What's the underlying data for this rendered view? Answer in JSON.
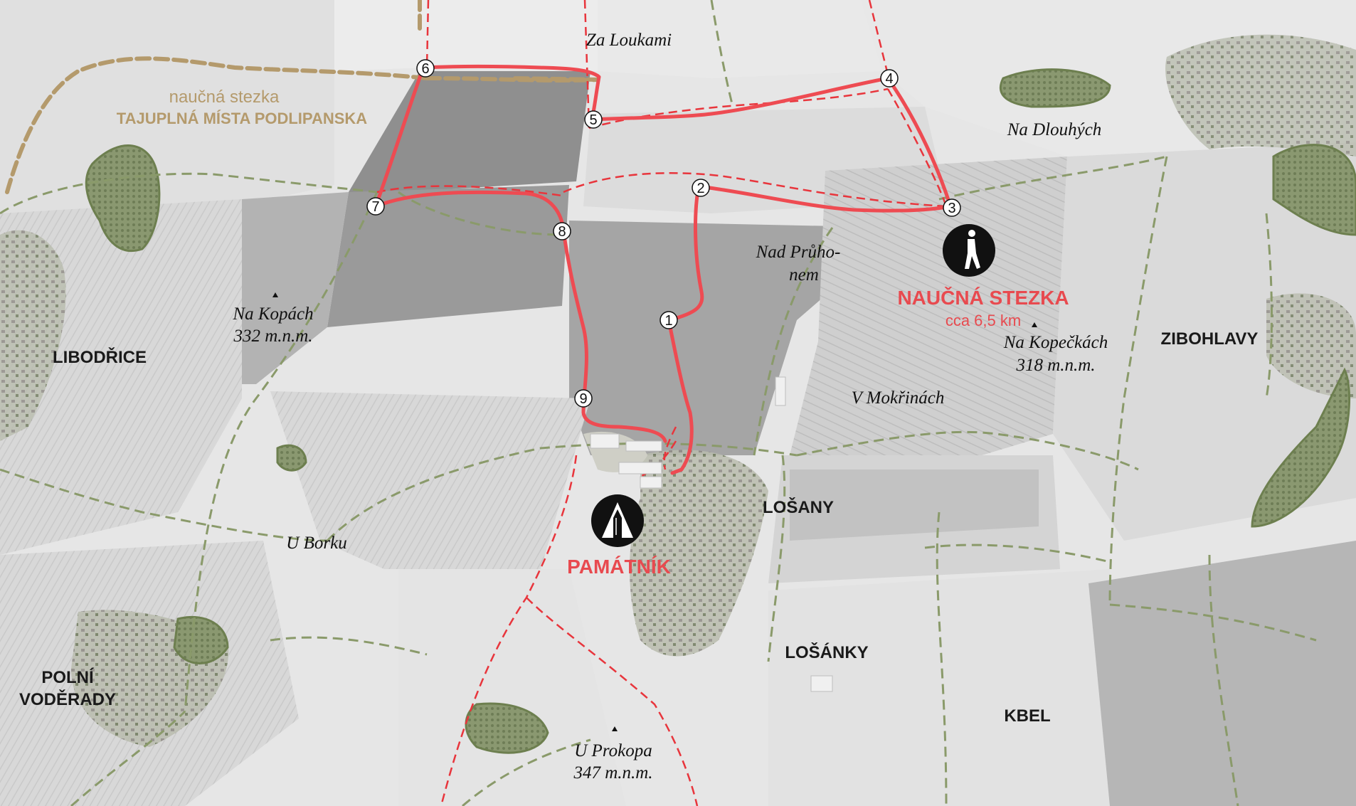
{
  "colors": {
    "route": "#ee4b52",
    "path_dash": "#e8353c",
    "green_path": "#8a9a6a",
    "brown_path": "#b49a6c",
    "heading_red": "#e84a4f",
    "heading_brown": "#b49a6c",
    "forest": "#7c8c62"
  },
  "villages": {
    "libodrice": "LIBODŘICE",
    "polni_line1": "POLNÍ",
    "polni_line2": "VODĚRADY",
    "losany": "LOŠANY",
    "losanky": "LOŠÁNKY",
    "kbel": "KBEL",
    "zibohlavy": "ZIBOHLAVY"
  },
  "localities": {
    "za_loukami": "Za Loukami",
    "na_dlouhych": "Na Dlouhých",
    "nad_pruhonem_1": "Nad Průho-",
    "nad_pruhonem_2": "nem",
    "na_kopach": "Na Kopách",
    "na_kopach_alt": "332 m.n.m.",
    "na_kopeckach": "Na Kopečkách",
    "na_kopeckach_alt": "318 m.n.m.",
    "v_mokrinach": "V Mokřinách",
    "u_borku": "U Borku",
    "u_prokopa": "U Prokopa",
    "u_prokopa_alt": "347 m.n.m."
  },
  "brown_trail": {
    "line1": "naučná stezka",
    "line2": "TAJUPLNÁ MÍSTA PODLIPANSKA"
  },
  "trail": {
    "title": "NAUČNÁ STEZKA",
    "length": "cca 6,5 km",
    "icon": "walking-person-icon"
  },
  "memorial": {
    "title": "PAMÁTNÍK",
    "icon": "memorial-monument-icon"
  },
  "stops": [
    "1",
    "2",
    "3",
    "4",
    "5",
    "6",
    "7",
    "8",
    "9"
  ]
}
